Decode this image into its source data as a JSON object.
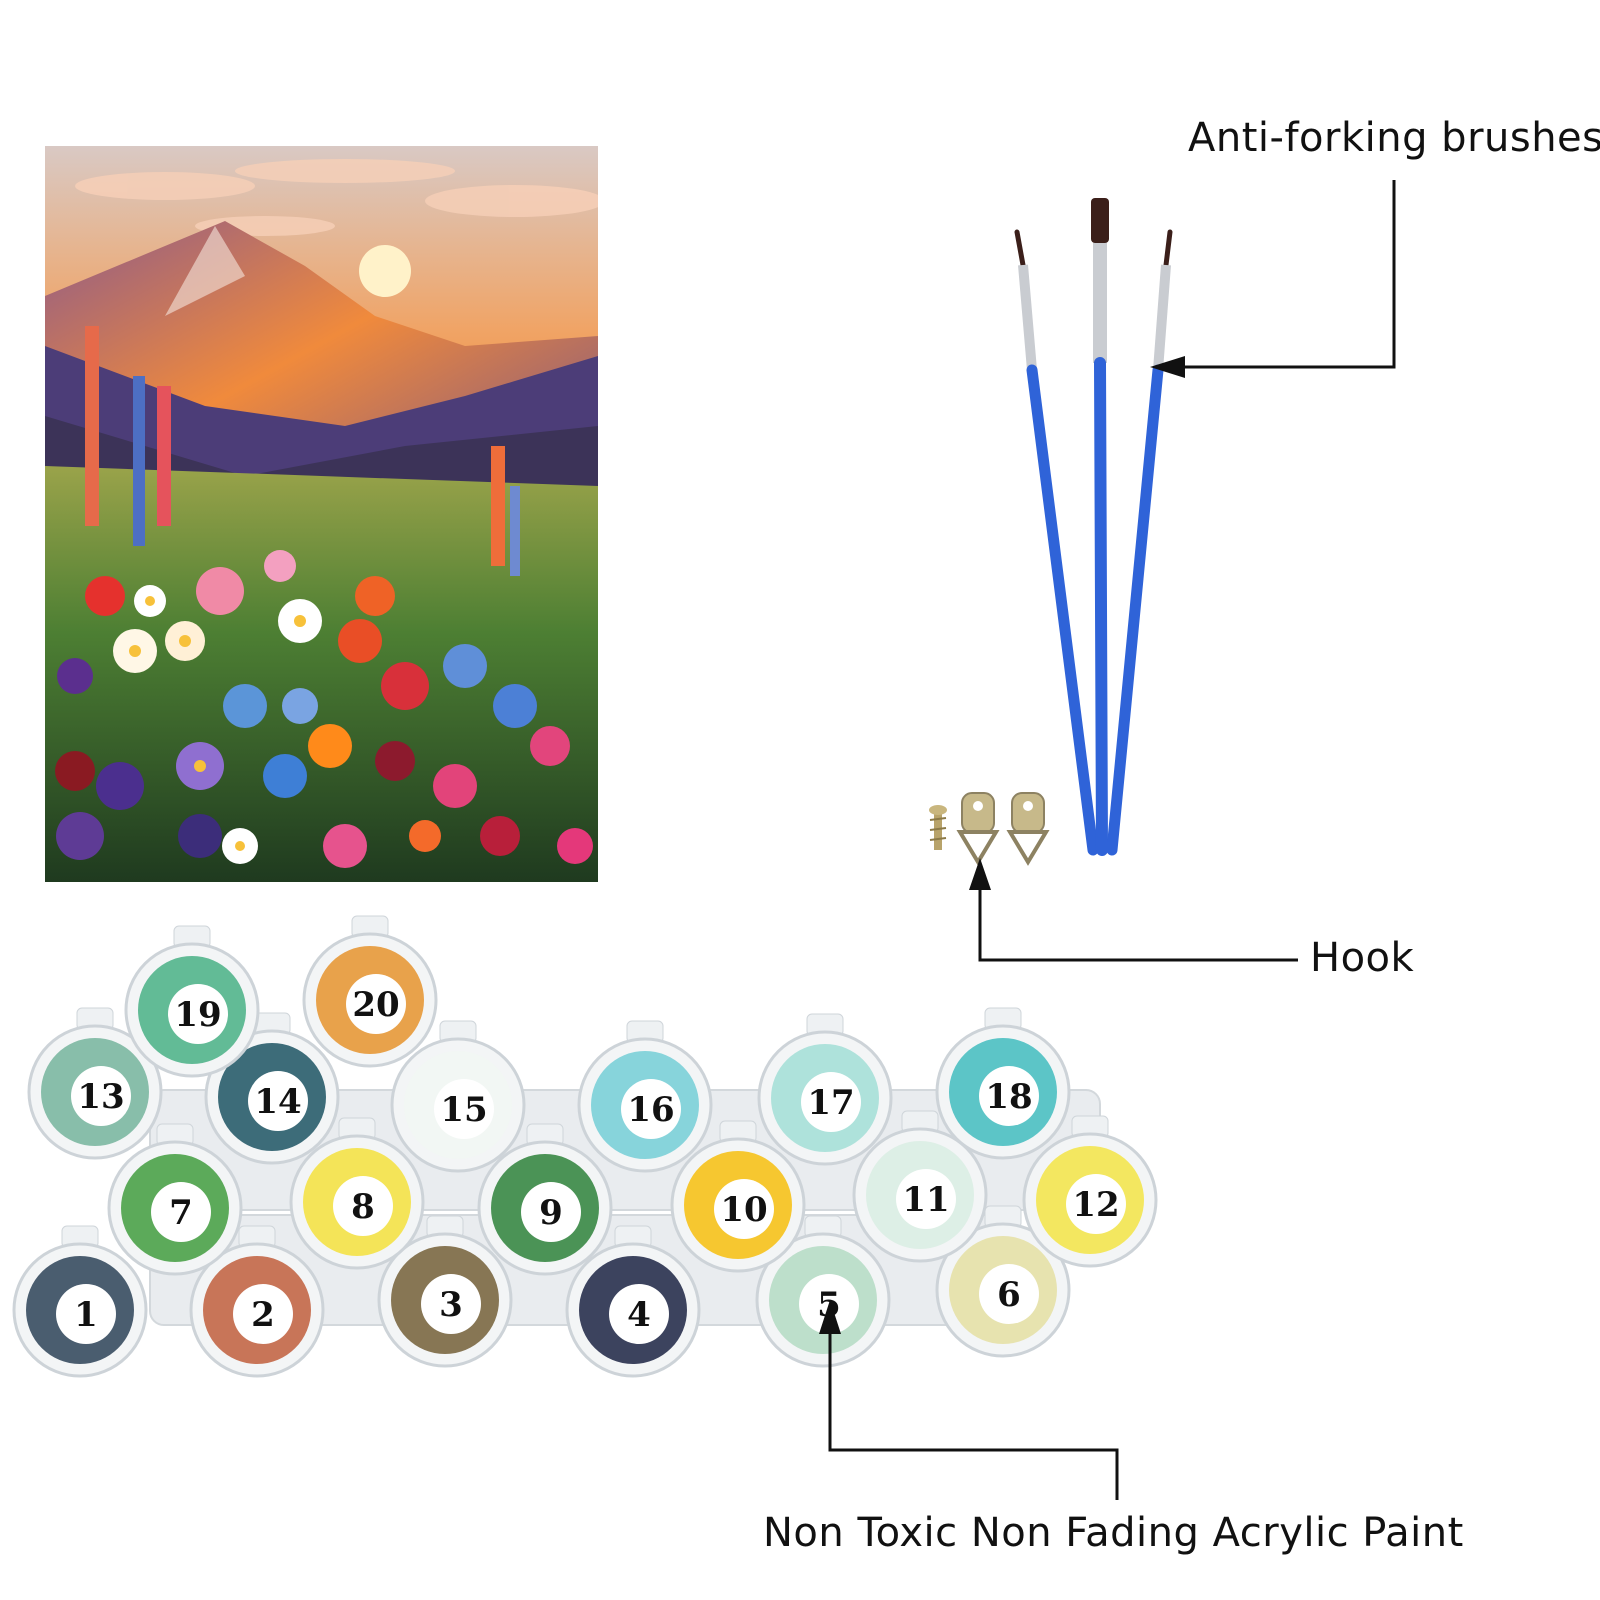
{
  "labels": {
    "brushes": "Anti-forking brushes",
    "hook": "Hook",
    "paint": "Non Toxic Non Fading Acrylic Paint"
  },
  "paint_pots": [
    {
      "number": "1",
      "color": "#3c4f63"
    },
    {
      "number": "2",
      "color": "#c4694a"
    },
    {
      "number": "3",
      "color": "#7e6a45"
    },
    {
      "number": "4",
      "color": "#2d3350"
    },
    {
      "number": "5",
      "color": "#b9dcc7"
    },
    {
      "number": "6",
      "color": "#e6e1a8"
    },
    {
      "number": "7",
      "color": "#4fa34c"
    },
    {
      "number": "8",
      "color": "#f4e24a"
    },
    {
      "number": "9",
      "color": "#3d8a48"
    },
    {
      "number": "10",
      "color": "#f6c21e"
    },
    {
      "number": "11",
      "color": "#dbeee4"
    },
    {
      "number": "12",
      "color": "#f3e553"
    },
    {
      "number": "13",
      "color": "#7fb9a3"
    },
    {
      "number": "14",
      "color": "#2e5f6e"
    },
    {
      "number": "15",
      "color": "#f2f6f3"
    },
    {
      "number": "16",
      "color": "#7ed0d8"
    },
    {
      "number": "17",
      "color": "#a8e0d8"
    },
    {
      "number": "18",
      "color": "#4fc0c2"
    },
    {
      "number": "19",
      "color": "#56b58d"
    },
    {
      "number": "20",
      "color": "#e79a3c"
    }
  ],
  "colors": {
    "brush_handle": "#2f63d8",
    "brush_ferrule": "#c9ccd1",
    "brush_bristle": "#3b1f1a",
    "hook_metal": "#c7b98a"
  }
}
